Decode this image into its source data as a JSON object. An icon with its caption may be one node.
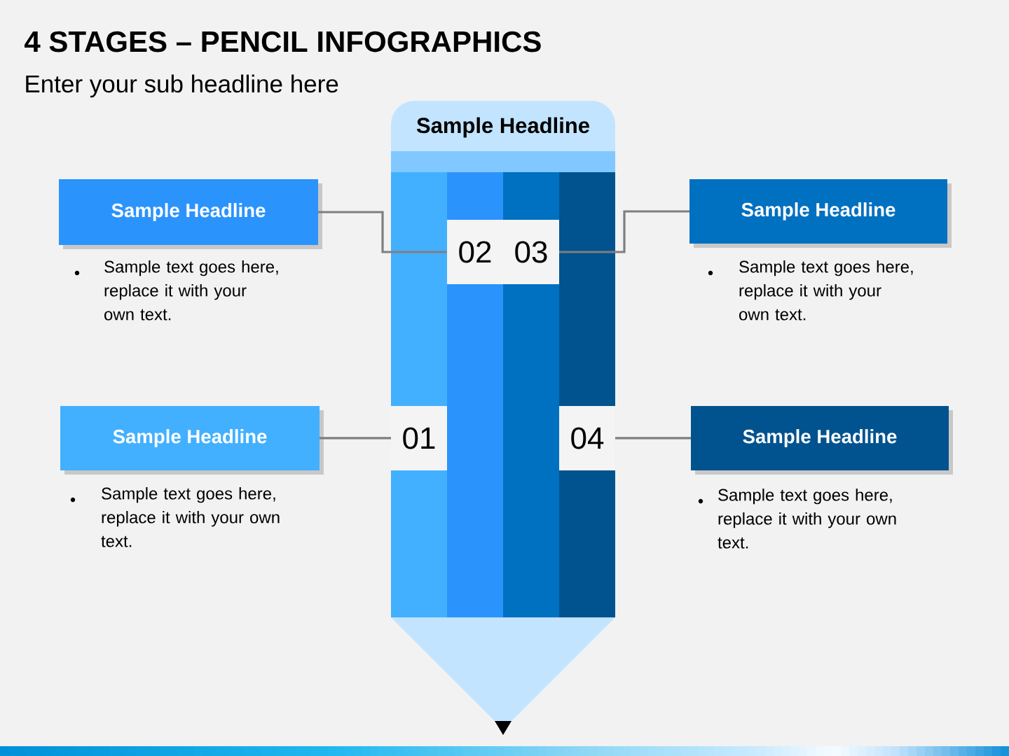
{
  "diagram": {
    "title": "4 STAGES – PENCIL INFOGRAPHICS",
    "nodes": [
      {
        "text": [
          "Sample Headline"
        ]
      },
      {
        "text": [
          "Sample Headline"
        ],
        "beside": [
          "Sample text goes here, replace it with your own text."
        ]
      },
      {
        "text": [
          "02"
        ]
      },
      {
        "text": [
          "03"
        ]
      },
      {
        "text": [
          "Sample Headline"
        ],
        "beside": [
          "Sample text goes here, replace it with your own text."
        ]
      },
      {
        "text": [
          "Sample Headline"
        ],
        "beside": [
          "Sample text goes here, replace it with your own text."
        ]
      },
      {
        "text": [
          "01"
        ]
      },
      {
        "text": [
          "04"
        ]
      },
      {
        "text": [
          "Sample Headline"
        ],
        "beside": [
          "Sample text goes here, replace it with your own text."
        ]
      }
    ],
    "edges": [
      {
        "from": 1,
        "to": 2,
        "arrow": "none"
      },
      {
        "from": 3,
        "to": 4,
        "arrow": "none"
      },
      {
        "from": 5,
        "to": 6,
        "arrow": "none"
      },
      {
        "from": 7,
        "to": 8,
        "arrow": "none"
      }
    ],
    "labels": [
      "Enter your sub headline here"
    ]
  }
}
